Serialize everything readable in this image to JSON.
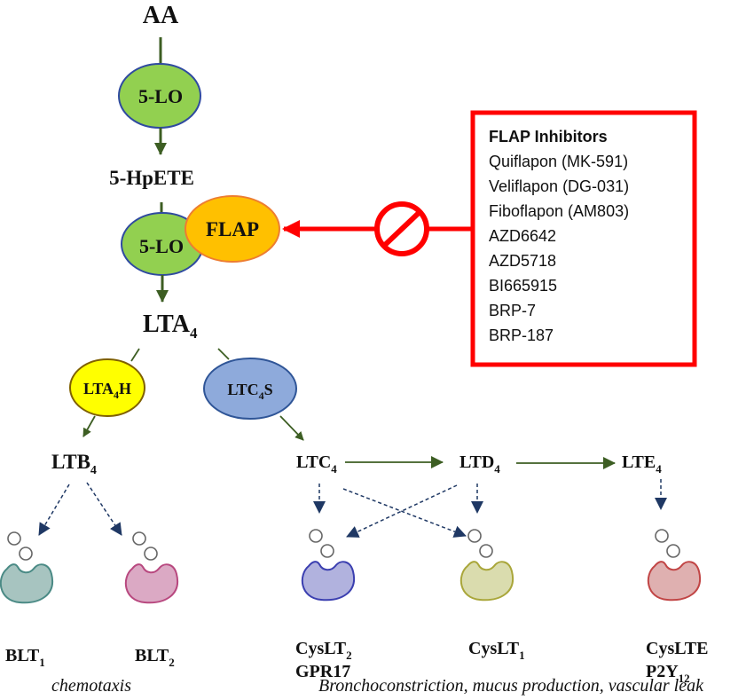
{
  "pathway": {
    "substrate": "AA",
    "enzyme_5lo": "5-LO",
    "intermediate": "5-HpETE",
    "flap": "FLAP",
    "lta4": {
      "base": "LTA",
      "sub": "4"
    },
    "lta4h": {
      "base": "LTA",
      "sub": "4",
      "tail": "H"
    },
    "ltc4s": {
      "base": "LTC",
      "sub": "4",
      "tail": "S"
    },
    "ltb4": {
      "base": "LTB",
      "sub": "4"
    },
    "ltc4": {
      "base": "LTC",
      "sub": "4"
    },
    "ltd4": {
      "base": "LTD",
      "sub": "4"
    },
    "lte4": {
      "base": "LTE",
      "sub": "4"
    }
  },
  "receptors": [
    {
      "name": "BLT1",
      "base": "BLT",
      "sub": "1",
      "line2": "",
      "fill": "#a7c4c0",
      "stroke": "#4a8a85"
    },
    {
      "name": "BLT2",
      "base": "BLT",
      "sub": "2",
      "line2": "",
      "fill": "#dba9c4",
      "stroke": "#b8487f"
    },
    {
      "name": "CysLT2",
      "base": "CysLT",
      "sub": "2",
      "line2": "GPR17",
      "line2_sub": "",
      "fill": "#b1b2de",
      "stroke": "#3b3fb0"
    },
    {
      "name": "CysLT1",
      "base": "CysLT",
      "sub": "1",
      "line2": "",
      "fill": "#dadcae",
      "stroke": "#a9a63a"
    },
    {
      "name": "CysLTE",
      "base": "CysLTE",
      "sub": "",
      "line2": "P2Y",
      "line2_sub": "12",
      "fill": "#dfb0b0",
      "stroke": "#c14545"
    }
  ],
  "effects": {
    "blt": "chemotaxis",
    "cyslt": "Bronchoconstriction, mucus production, vascular leak"
  },
  "inhibitor_box": {
    "title": "FLAP Inhibitors",
    "items": [
      "Quiflapon (MK-591)",
      "Veliflapon (DG-031)",
      "Fiboflapon (AM803)",
      "AZD6642",
      "AZD5718",
      "BI665915",
      "BRP-7",
      "BRP-187"
    ]
  },
  "colors": {
    "green_enzyme": "#92d050",
    "flap_orange": "#ffc000",
    "lta4h_yellow": "#ffff00",
    "ltc4s_blue": "#8eaadb",
    "arrow_green": "#3d5e23",
    "arrow_navy": "#1f3864",
    "inhibit_red": "#ff0000"
  }
}
